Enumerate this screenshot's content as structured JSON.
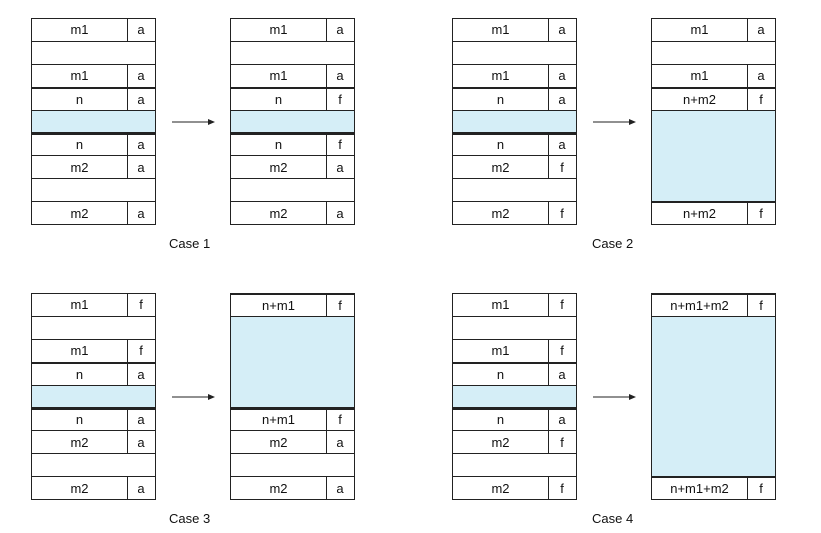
{
  "cases": [
    {
      "caption": "Case 1",
      "before": [
        {
          "label": "m1",
          "tag": "a"
        },
        {
          "label": "",
          "tag": ""
        },
        {
          "label": "m1",
          "tag": "a"
        },
        {
          "label": "n",
          "tag": "a"
        },
        {
          "label": "",
          "tag": "",
          "free": true
        },
        {
          "label": "n",
          "tag": "a"
        },
        {
          "label": "m2",
          "tag": "a"
        },
        {
          "label": "",
          "tag": ""
        },
        {
          "label": "m2",
          "tag": "a"
        }
      ],
      "after": [
        {
          "label": "m1",
          "tag": "a"
        },
        {
          "label": "",
          "tag": ""
        },
        {
          "label": "m1",
          "tag": "a"
        },
        {
          "label": "n",
          "tag": "f"
        },
        {
          "label": "",
          "tag": "",
          "free": true
        },
        {
          "label": "n",
          "tag": "f"
        },
        {
          "label": "m2",
          "tag": "a"
        },
        {
          "label": "",
          "tag": ""
        },
        {
          "label": "m2",
          "tag": "a"
        }
      ]
    },
    {
      "caption": "Case 2",
      "before": [
        {
          "label": "m1",
          "tag": "a"
        },
        {
          "label": "",
          "tag": ""
        },
        {
          "label": "m1",
          "tag": "a"
        },
        {
          "label": "n",
          "tag": "a"
        },
        {
          "label": "",
          "tag": "",
          "free": true
        },
        {
          "label": "n",
          "tag": "a"
        },
        {
          "label": "m2",
          "tag": "f"
        },
        {
          "label": "",
          "tag": ""
        },
        {
          "label": "m2",
          "tag": "f"
        }
      ],
      "after": [
        {
          "label": "m1",
          "tag": "a"
        },
        {
          "label": "",
          "tag": ""
        },
        {
          "label": "m1",
          "tag": "a"
        },
        {
          "label": "n+m2",
          "tag": "f"
        },
        {
          "label": "",
          "tag": "",
          "free": true,
          "span": 4
        },
        {
          "label": "n+m2",
          "tag": "f"
        }
      ]
    },
    {
      "caption": "Case 3",
      "before": [
        {
          "label": "m1",
          "tag": "f"
        },
        {
          "label": "",
          "tag": ""
        },
        {
          "label": "m1",
          "tag": "f"
        },
        {
          "label": "n",
          "tag": "a"
        },
        {
          "label": "",
          "tag": "",
          "free": true
        },
        {
          "label": "n",
          "tag": "a"
        },
        {
          "label": "m2",
          "tag": "a"
        },
        {
          "label": "",
          "tag": ""
        },
        {
          "label": "m2",
          "tag": "a"
        }
      ],
      "after": [
        {
          "label": "n+m1",
          "tag": "f"
        },
        {
          "label": "",
          "tag": "",
          "free": true,
          "span": 4
        },
        {
          "label": "n+m1",
          "tag": "f"
        },
        {
          "label": "m2",
          "tag": "a"
        },
        {
          "label": "",
          "tag": ""
        },
        {
          "label": "m2",
          "tag": "a"
        }
      ]
    },
    {
      "caption": "Case 4",
      "before": [
        {
          "label": "m1",
          "tag": "f"
        },
        {
          "label": "",
          "tag": ""
        },
        {
          "label": "m1",
          "tag": "f"
        },
        {
          "label": "n",
          "tag": "a"
        },
        {
          "label": "",
          "tag": "",
          "free": true
        },
        {
          "label": "n",
          "tag": "a"
        },
        {
          "label": "m2",
          "tag": "f"
        },
        {
          "label": "",
          "tag": ""
        },
        {
          "label": "m2",
          "tag": "f"
        }
      ],
      "after": [
        {
          "label": "n+m1+m2",
          "tag": "f"
        },
        {
          "label": "",
          "tag": "",
          "free": true,
          "span": 7
        },
        {
          "label": "n+m1+m2",
          "tag": "f"
        }
      ]
    }
  ],
  "colors": {
    "free_fill": "#d5eef7",
    "border": "#222222"
  }
}
